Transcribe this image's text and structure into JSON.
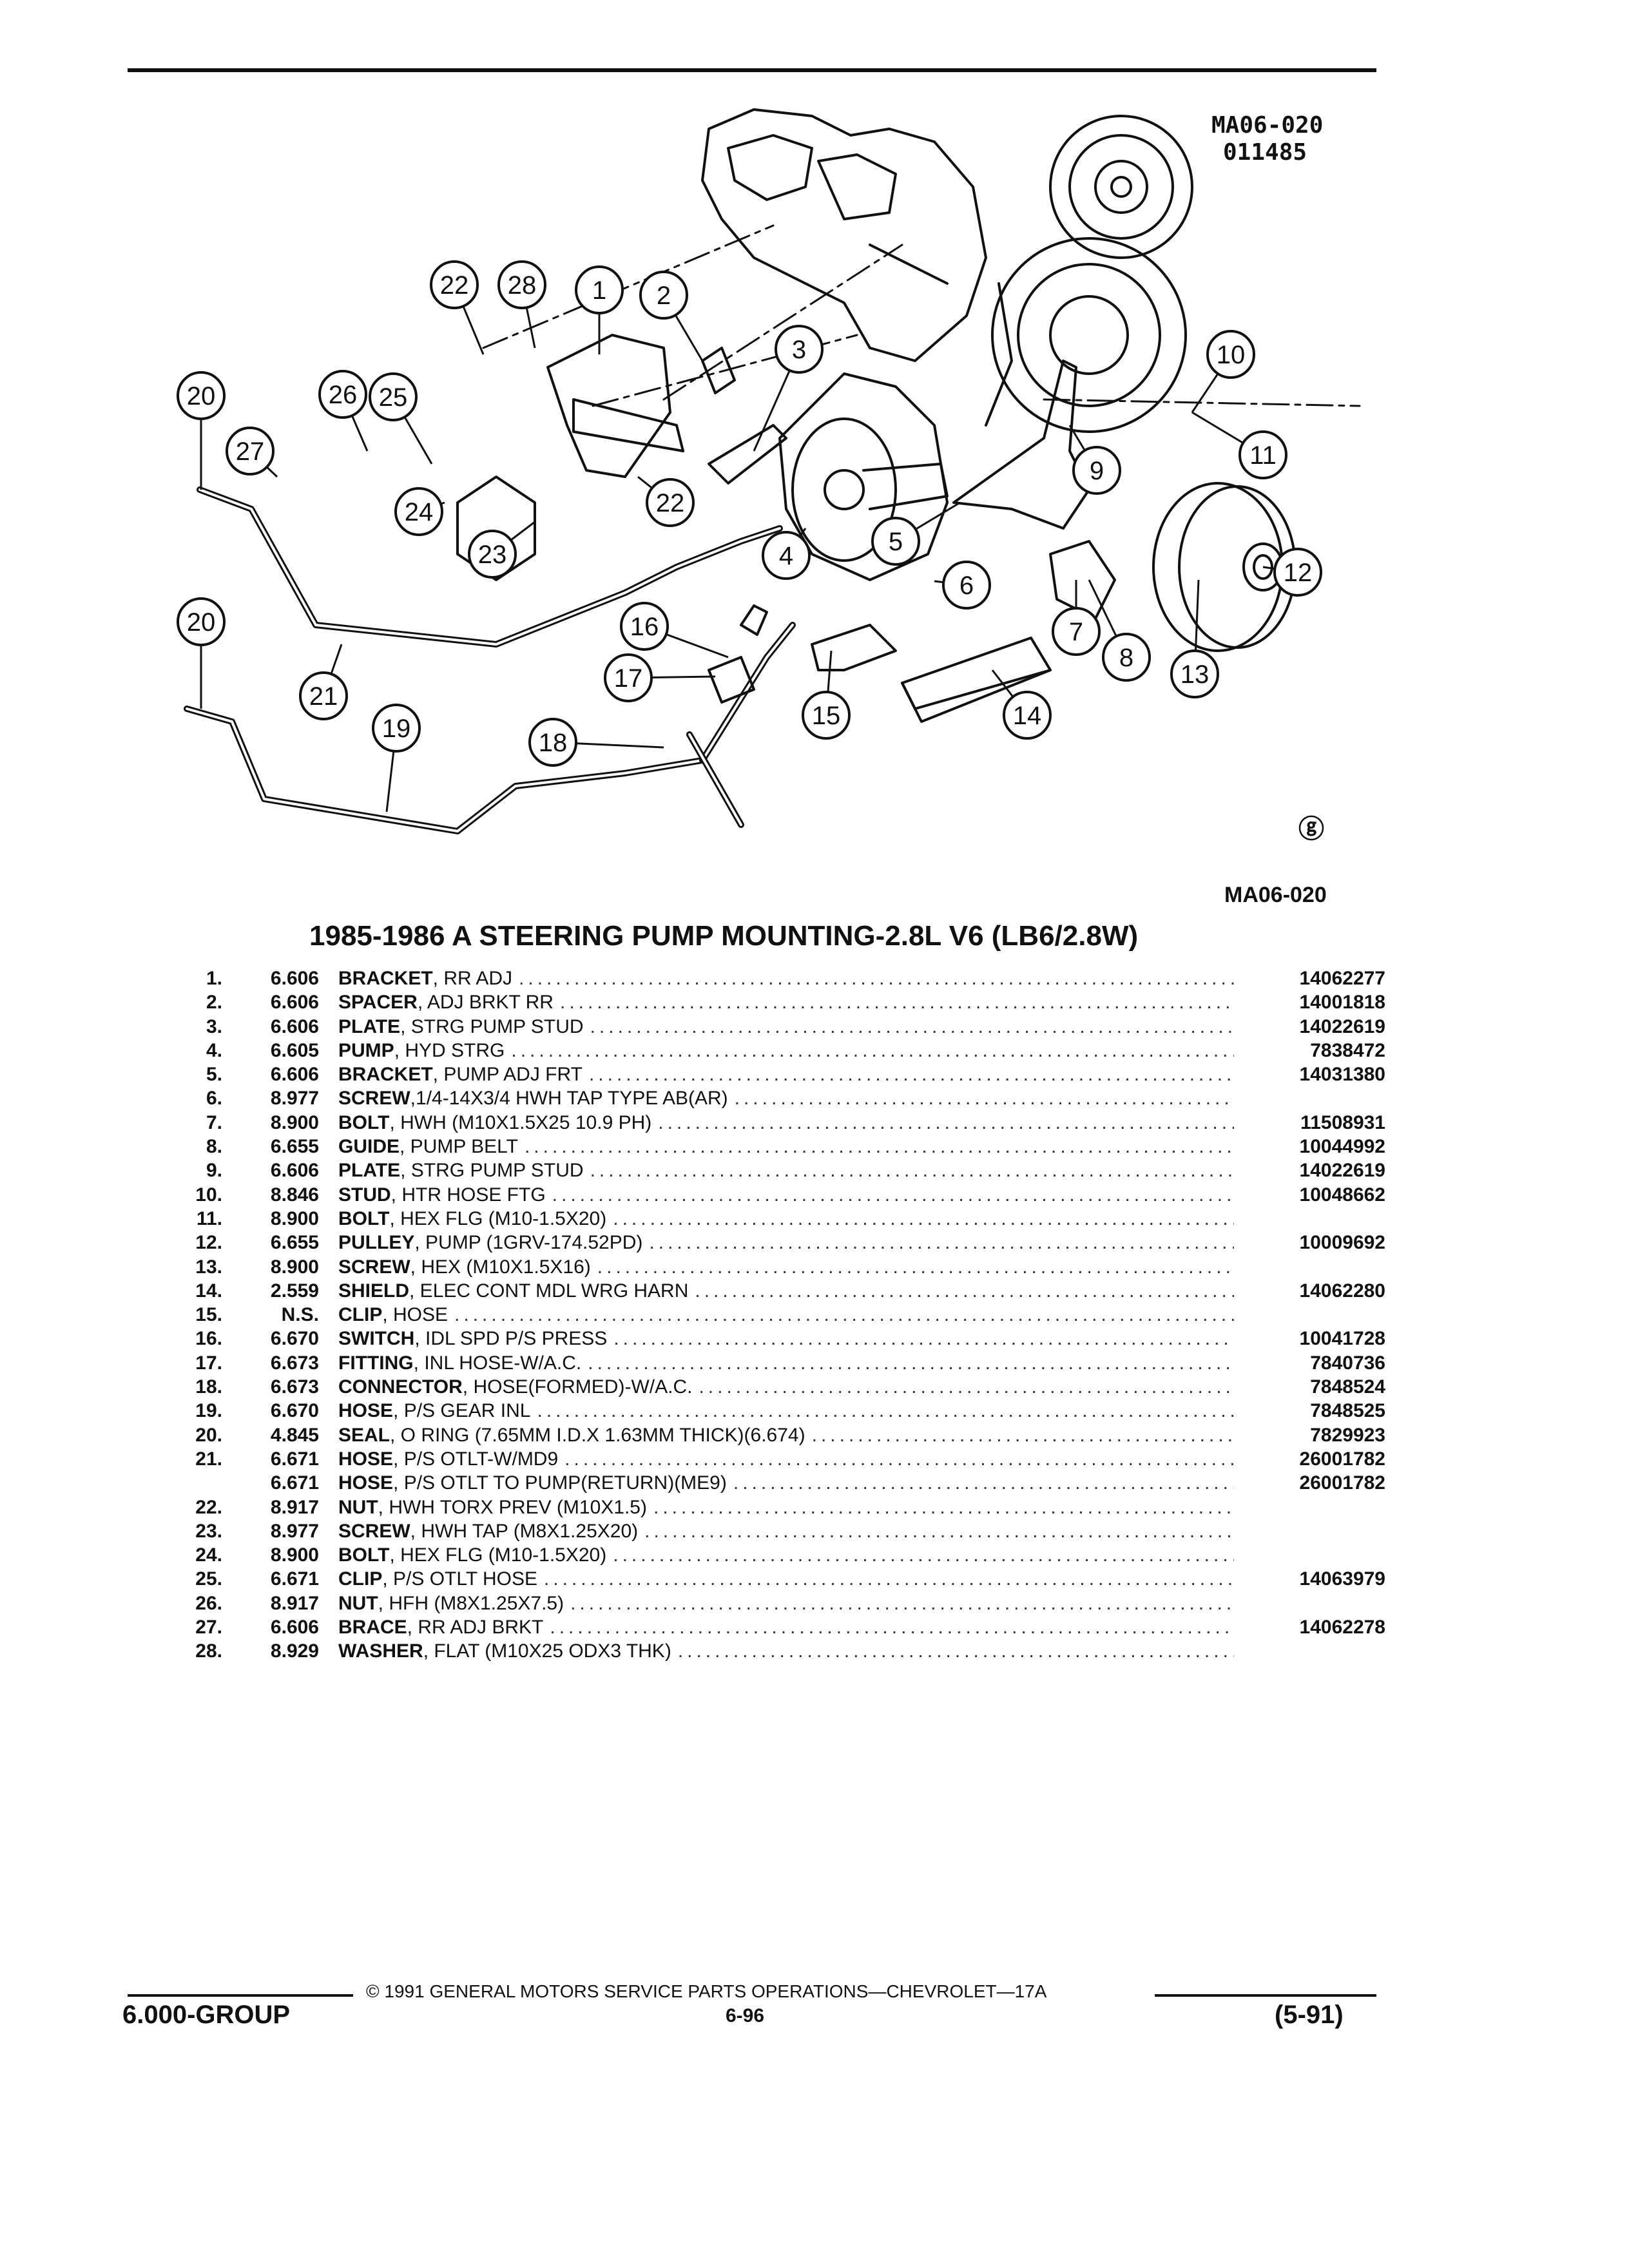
{
  "illustration": {
    "code": "MA06-020",
    "date_code": "011485",
    "caption": "MA06-020",
    "mark": "G",
    "callouts": [
      "1",
      "2",
      "3",
      "4",
      "5",
      "6",
      "7",
      "8",
      "9",
      "10",
      "11",
      "12",
      "13",
      "14",
      "15",
      "16",
      "17",
      "18",
      "19",
      "20",
      "20",
      "21",
      "22",
      "22",
      "23",
      "24",
      "25",
      "26",
      "27",
      "28"
    ]
  },
  "title": "1985-1986 A STEERING PUMP MOUNTING-2.8L V6 (LB6/2.8W)",
  "parts": [
    {
      "num": "1.",
      "group": "6.606",
      "name": "BRACKET",
      "detail": ", RR ADJ",
      "part": "14062277"
    },
    {
      "num": "2.",
      "group": "6.606",
      "name": "SPACER",
      "detail": ", ADJ BRKT RR",
      "part": "14001818"
    },
    {
      "num": "3.",
      "group": "6.606",
      "name": "PLATE",
      "detail": ", STRG PUMP STUD",
      "part": "14022619"
    },
    {
      "num": "4.",
      "group": "6.605",
      "name": "PUMP",
      "detail": ", HYD STRG",
      "part": "7838472"
    },
    {
      "num": "5.",
      "group": "6.606",
      "name": "BRACKET",
      "detail": ", PUMP ADJ FRT",
      "part": "14031380"
    },
    {
      "num": "6.",
      "group": "8.977",
      "name": "SCREW",
      "detail": ",1/4-14X3/4 HWH TAP TYPE AB(AR)",
      "part": ""
    },
    {
      "num": "7.",
      "group": "8.900",
      "name": "BOLT",
      "detail": ", HWH (M10X1.5X25 10.9 PH)",
      "part": "11508931"
    },
    {
      "num": "8.",
      "group": "6.655",
      "name": "GUIDE",
      "detail": ", PUMP BELT",
      "part": "10044992"
    },
    {
      "num": "9.",
      "group": "6.606",
      "name": "PLATE",
      "detail": ", STRG PUMP STUD",
      "part": "14022619"
    },
    {
      "num": "10.",
      "group": "8.846",
      "name": "STUD",
      "detail": ", HTR HOSE FTG",
      "part": "10048662"
    },
    {
      "num": "11.",
      "group": "8.900",
      "name": "BOLT",
      "detail": ", HEX FLG (M10-1.5X20)",
      "part": ""
    },
    {
      "num": "12.",
      "group": "6.655",
      "name": "PULLEY",
      "detail": ", PUMP (1GRV-174.52PD)",
      "part": "10009692"
    },
    {
      "num": "13.",
      "group": "8.900",
      "name": "SCREW",
      "detail": ", HEX (M10X1.5X16)",
      "part": ""
    },
    {
      "num": "14.",
      "group": "2.559",
      "name": "SHIELD",
      "detail": ", ELEC CONT MDL WRG HARN",
      "part": "14062280"
    },
    {
      "num": "15.",
      "group": "N.S.",
      "name": "CLIP",
      "detail": ", HOSE",
      "part": ""
    },
    {
      "num": "16.",
      "group": "6.670",
      "name": "SWITCH",
      "detail": ", IDL SPD P/S PRESS",
      "part": "10041728"
    },
    {
      "num": "17.",
      "group": "6.673",
      "name": "FITTING",
      "detail": ", INL HOSE-W/A.C.",
      "part": "7840736"
    },
    {
      "num": "18.",
      "group": "6.673",
      "name": "CONNECTOR",
      "detail": ", HOSE(FORMED)-W/A.C.",
      "part": "7848524"
    },
    {
      "num": "19.",
      "group": "6.670",
      "name": "HOSE",
      "detail": ", P/S GEAR INL",
      "part": "7848525"
    },
    {
      "num": "20.",
      "group": "4.845",
      "name": "SEAL",
      "detail": ", O RING (7.65MM I.D.X 1.63MM THICK)(6.674)",
      "part": "7829923"
    },
    {
      "num": "21.",
      "group": "6.671",
      "name": "HOSE",
      "detail": ", P/S OTLT-W/MD9",
      "part": "26001782"
    },
    {
      "num": "",
      "group": "6.671",
      "name": "HOSE",
      "detail": ", P/S OTLT TO PUMP(RETURN)(ME9)",
      "part": "26001782"
    },
    {
      "num": "22.",
      "group": "8.917",
      "name": "NUT",
      "detail": ", HWH TORX PREV (M10X1.5)",
      "part": ""
    },
    {
      "num": "23.",
      "group": "8.977",
      "name": "SCREW",
      "detail": ", HWH TAP (M8X1.25X20)",
      "part": ""
    },
    {
      "num": "24.",
      "group": "8.900",
      "name": "BOLT",
      "detail": ", HEX FLG (M10-1.5X20)",
      "part": ""
    },
    {
      "num": "25.",
      "group": "6.671",
      "name": "CLIP",
      "detail": ", P/S OTLT HOSE",
      "part": "14063979"
    },
    {
      "num": "26.",
      "group": "8.917",
      "name": "NUT",
      "detail": ", HFH (M8X1.25X7.5)",
      "part": ""
    },
    {
      "num": "27.",
      "group": "6.606",
      "name": "BRACE",
      "detail": ", RR ADJ BRKT",
      "part": "14062278"
    },
    {
      "num": "28.",
      "group": "8.929",
      "name": "WASHER",
      "detail": ", FLAT (M10X25 ODX3 THK)",
      "part": ""
    }
  ],
  "footer": {
    "copyright": "© 1991 GENERAL MOTORS SERVICE PARTS OPERATIONS—CHEVROLET—17A",
    "group": "6.000-GROUP",
    "page": "6-96",
    "date": "(5-91)"
  }
}
